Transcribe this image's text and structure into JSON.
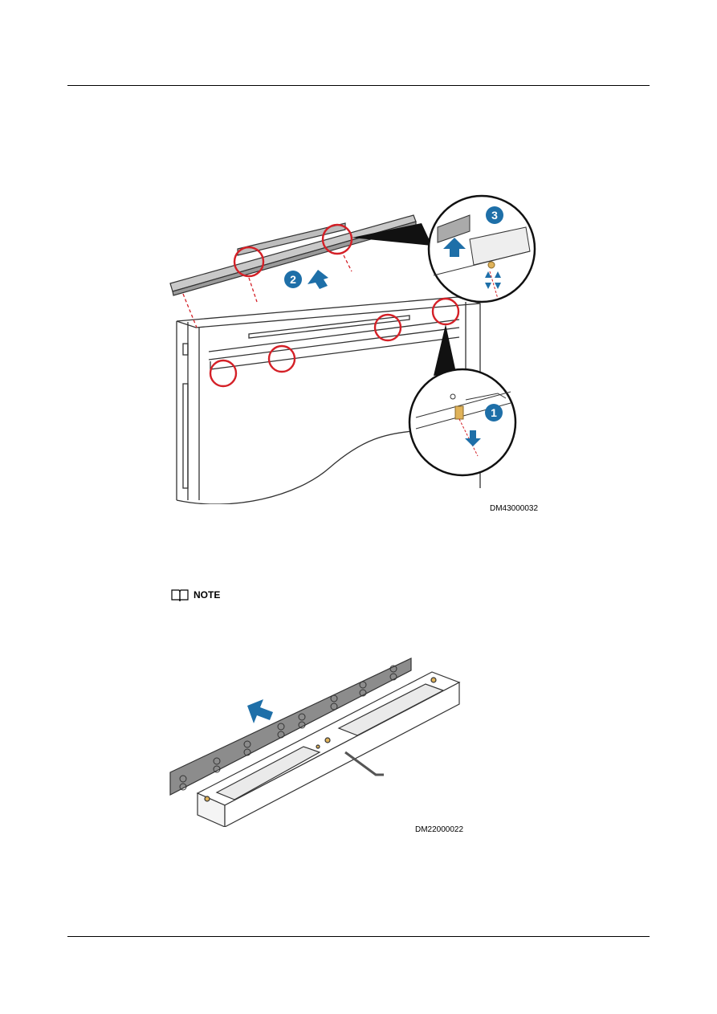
{
  "figure1": {
    "id": "DM43000032",
    "steps": [
      "1",
      "2",
      "3"
    ]
  },
  "note": {
    "label": "NOTE",
    "icon": "book-icon"
  },
  "figure2": {
    "id": "DM22000022"
  },
  "colors": {
    "step_badge": "#1e6fa8",
    "arrow": "#1e6fa8",
    "callout_circle": "#d42027",
    "dashed_line": "#d42027",
    "screw": "#e0b35a"
  }
}
